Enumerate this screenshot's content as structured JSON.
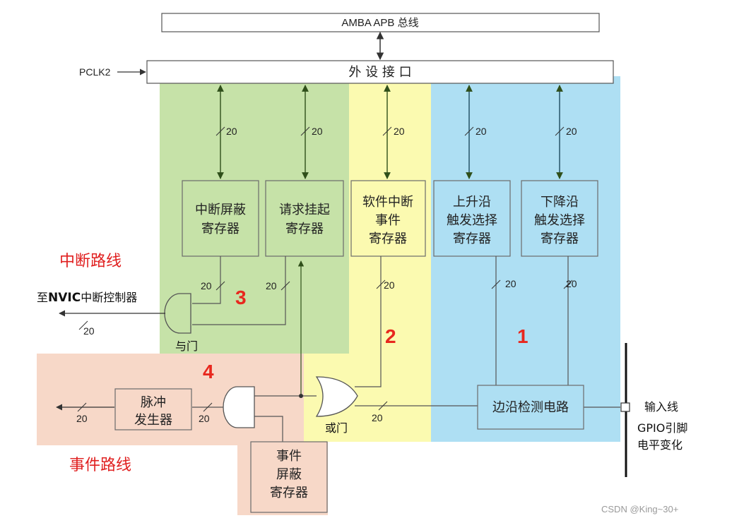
{
  "bus": {
    "amba": "AMBA APB 总线",
    "peripheral_interface": "外 设 接 口",
    "pclk": "PCLK2"
  },
  "registers": {
    "interrupt_mask": [
      "中断屏蔽",
      "寄存器"
    ],
    "pending": [
      "请求挂起",
      "寄存器"
    ],
    "software_interrupt": [
      "软件中断",
      "事件",
      "寄存器"
    ],
    "rising_trigger": [
      "上升沿",
      "触发选择",
      "寄存器"
    ],
    "falling_trigger": [
      "下降沿",
      "触发选择",
      "寄存器"
    ],
    "event_mask": [
      "事件",
      "屏蔽",
      "寄存器"
    ]
  },
  "blocks": {
    "edge_detect": "边沿检测电路",
    "pulse_gen": [
      "脉冲",
      "发生器"
    ]
  },
  "bus_width": "20",
  "labels": {
    "interrupt_route": "中断路线",
    "event_route": "事件路线",
    "to_nvic_prefix": "至",
    "to_nvic_bold": "NVIC",
    "to_nvic_suffix": "中断控制器",
    "and_gate": "与门",
    "or_gate": "或门",
    "input_line": "输入线",
    "gpio_line1": "GPIO引脚",
    "gpio_line2": "电平变化",
    "watermark": "CSDN @King~30+"
  },
  "route_numbers": [
    "1",
    "2",
    "3",
    "4"
  ],
  "colors": {
    "zone_green": "#c6e2a8",
    "zone_yellow": "#fbfab0",
    "zone_blue": "#aedff3",
    "zone_peach": "#f7d8c8",
    "line": "#555555",
    "arrow_dark": "#3b5a1e",
    "route_red": "#e8281e"
  }
}
